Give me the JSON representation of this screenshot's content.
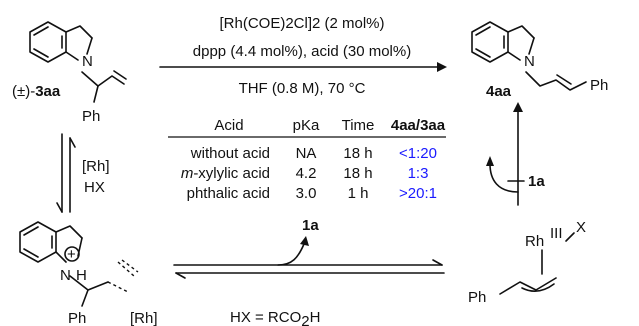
{
  "conditions": {
    "catalyst": "[Rh(COE)2Cl]2 (2 mol%)",
    "ligand_acid": "dppp (4.4 mol%), acid (30 mol%)",
    "solvent_temp": "THF (0.8 M), 70 °C"
  },
  "labels": {
    "racemic_prefix": "(±)-",
    "substrate": "3aa",
    "product": "4aa",
    "ph": "Ph",
    "n": "N",
    "h": "H",
    "rh_cat": "[Rh]",
    "hx": "HX",
    "reagent_1a": "1a",
    "hx_eq": "HX = RCO",
    "hx_eq_sub": "2",
    "hx_eq_tail": "H",
    "rh_complex": "Rh",
    "rh_ox": "III",
    "x": "X",
    "rh_bracket": "[Rh]",
    "plus": "+"
  },
  "table": {
    "headers": [
      "Acid",
      "pKa",
      "Time",
      "4aa/3aa"
    ],
    "rows": [
      {
        "acid": "without acid",
        "acid_prefix": "",
        "pka": "NA",
        "time": "18 h",
        "ratio": "<1:20"
      },
      {
        "acid": "-xylylic acid",
        "acid_prefix": "m",
        "pka": "4.2",
        "time": "18 h",
        "ratio": "1:3"
      },
      {
        "acid": "phthalic acid",
        "acid_prefix": "",
        "pka": "3.0",
        "time": "1 h",
        "ratio": ">20:1"
      }
    ]
  },
  "colors": {
    "ratio_text": "#1a1aff",
    "ink": "#111111"
  }
}
